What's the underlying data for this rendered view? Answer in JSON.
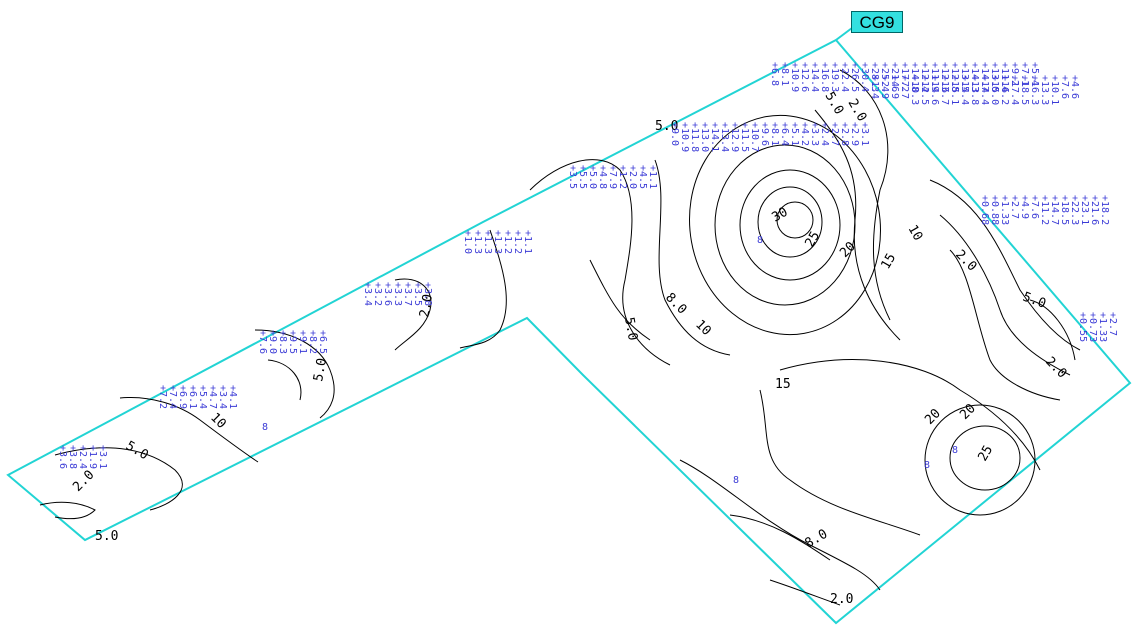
{
  "callout": {
    "label": "CG9",
    "bg_color": "#33e0e0",
    "boundary_color": "#22d4d4"
  },
  "contour_labels": [
    "5.0",
    "5.0",
    "2.0",
    "5.0",
    "2.0",
    "5.0",
    "8.0",
    "10",
    "15",
    "20",
    "25",
    "30",
    "20",
    "15",
    "10",
    "5.0",
    "2.0",
    "8.0",
    "2.0",
    "5.0",
    "2.0",
    "20",
    "25",
    "5.0",
    "10",
    "2.0"
  ],
  "point_columns": [
    {
      "values": [
        "+3.6",
        "+3.8",
        "+2.4",
        "+1.9",
        "+3.1"
      ]
    },
    {
      "values": [
        "+7.2",
        "+7.4",
        "+6.9",
        "+6.1",
        "+5.4",
        "+4.7",
        "+3.4",
        "+4.1"
      ]
    },
    {
      "values": [
        "+7.6",
        "+9.0",
        "+8.3",
        "+9.5",
        "+9.1",
        "+8.2",
        "+6.5"
      ]
    },
    {
      "values": [
        "+3.4",
        "+3.2",
        "+3.6",
        "+3.3",
        "+3.7",
        "+3.5",
        "+3.8"
      ]
    },
    {
      "values": [
        "+1.0",
        "+1.3",
        "+1.3",
        "+1.3",
        "+1.2",
        "+1.2",
        "+1.1"
      ]
    },
    {
      "values": [
        "+3.5",
        "+5.5",
        "+5.0",
        "+4.8",
        "+7.9",
        "+1.2",
        "+2.0",
        "+4.5",
        "+1.1"
      ]
    },
    {
      "values": [
        "+9.0",
        "+10.9",
        "+11.8",
        "+13.0",
        "+14.1",
        "+13.4",
        "+12.9",
        "+11.5",
        "+10.7",
        "+9.6",
        "+8.1",
        "+6.4",
        "+5.1",
        "+4.2",
        "+3.3",
        "+2.4",
        "+2.7",
        "+2.8",
        "+2.9",
        "+3.1"
      ]
    },
    {
      "values": [
        "+6.8",
        "+8.1",
        "+10.9",
        "+12.6",
        "+14.4",
        "+16.8",
        "+19.3",
        "+22.4",
        "+26.5",
        "+30.4",
        "+28.3",
        "+25.4",
        "+21.6",
        "+17.2",
        "+14.8",
        "+12.4",
        "+11.9",
        "+12.3",
        "+12.8",
        "+13.5",
        "+14.3",
        "+14.7",
        "+13.0",
        "+11.4",
        "+9.2",
        "+7.1",
        "+5.4"
      ]
    },
    {
      "values": [
        "+1.4",
        "+2.9",
        "+4.9",
        "+7.7",
        "+10.3",
        "+12.5",
        "+14.6",
        "+16.7",
        "+15.1",
        "+14.4",
        "+13.8",
        "+14.4",
        "+15.0",
        "+16.2",
        "+17.4",
        "+18.5",
        "+16.3",
        "+13.3",
        "+10.1",
        "+7.6",
        "+4.6"
      ]
    },
    {
      "values": [
        "+0.68",
        "+0.88",
        "+1.33",
        "+2.7",
        "+4.9",
        "+7.6",
        "+11.2",
        "+14.7",
        "+18.5",
        "+22.3",
        "+23.1",
        "+21.6",
        "+18.2"
      ]
    },
    {
      "values": [
        "+0.55",
        "+0.73",
        "+1.33",
        "+2.7"
      ]
    }
  ]
}
